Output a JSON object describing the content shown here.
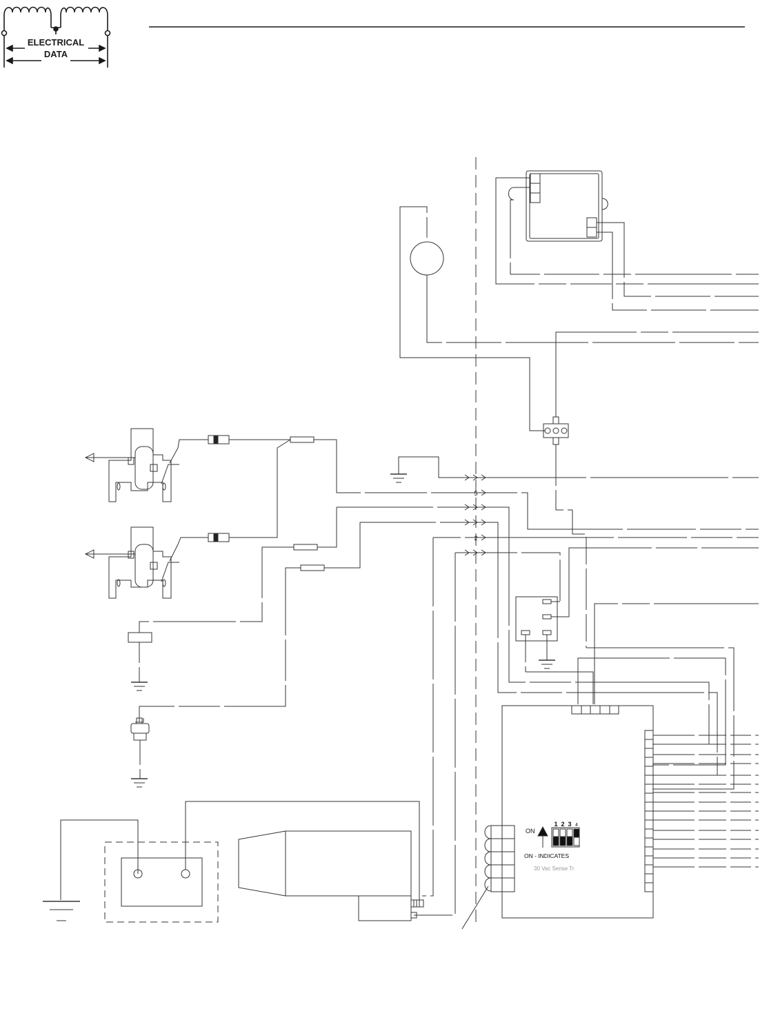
{
  "header": {
    "logo_line1": "ELECTRICAL",
    "logo_line2": "DATA"
  },
  "diagram": {
    "connector_pins": [
      "5",
      "2"
    ],
    "control_board": {
      "dip_on_label": "ON",
      "dip_switch_numbers": [
        "1",
        "2",
        "3",
        "4"
      ],
      "on_indicates_label": "ON - INDICATES",
      "faded_label": "30 Vac Sense Tr"
    }
  }
}
